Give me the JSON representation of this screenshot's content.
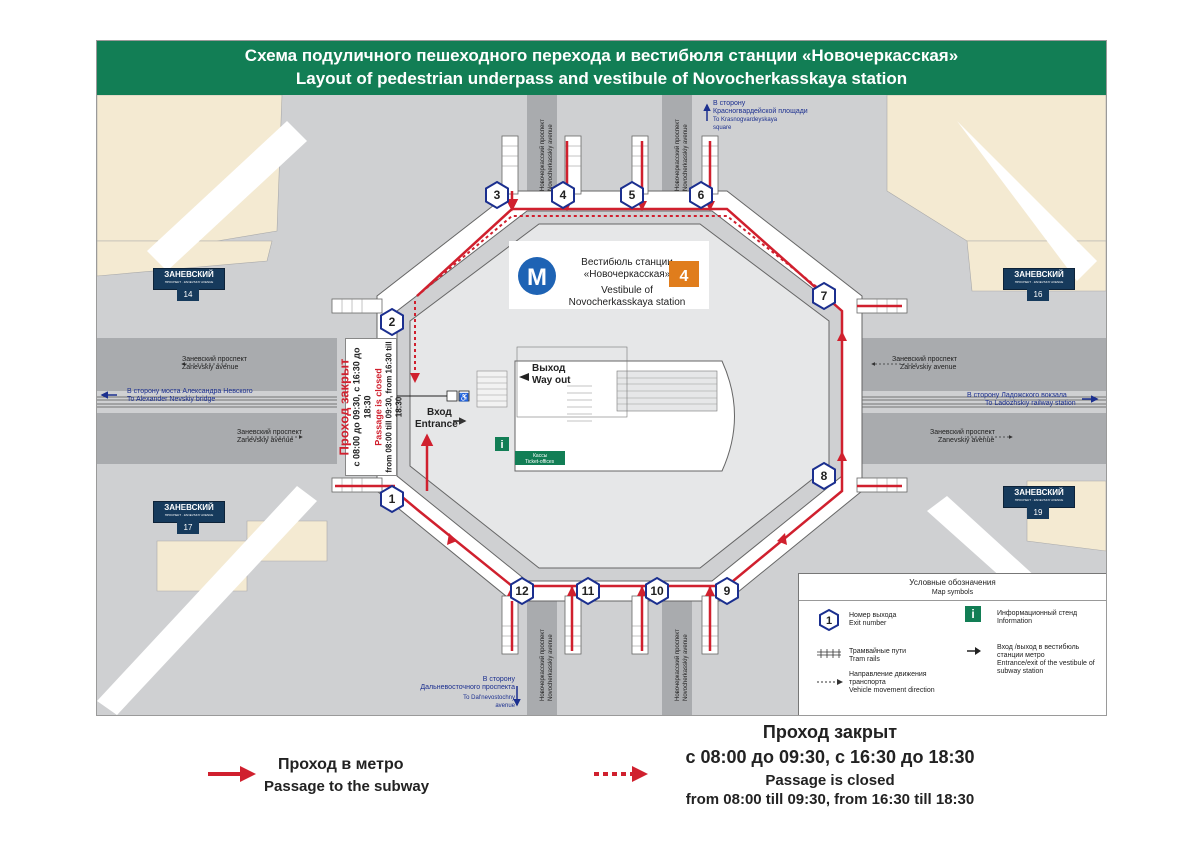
{
  "header": {
    "title_ru": "Схема подуличного пешеходного перехода и вестибюля станции «Новочеркасская»",
    "title_en": "Layout of pedestrian underpass and vestibule of Novocherkasskaya station"
  },
  "vestibule": {
    "title_ru_1": "Вестибюль станции",
    "title_ru_2": "«Новочеркасская»",
    "title_en_1": "Vestibule of",
    "title_en_2": "Novocherkasskaya station",
    "metro_logo": "М",
    "line_number": "4"
  },
  "exits": [
    "1",
    "2",
    "3",
    "4",
    "5",
    "6",
    "7",
    "8",
    "9",
    "10",
    "11",
    "12"
  ],
  "streets": {
    "zanevskiy_ru": "Заневский проспект",
    "zanevskiy_en": "Zanevskiy avenue",
    "novocherk_ru": "Новочеркасский проспект",
    "novocherk_en": "Novocherkasskiy avenue"
  },
  "directions": {
    "left_ru": "В сторону моста Александра Невского",
    "left_en": "To Alexander Nevskiy bridge",
    "right_ru": "В сторону Ладожского вокзала",
    "right_en": "To Ladozhskiy railway station",
    "top_ru_1": "В сторону",
    "top_ru_2": "Красногвардейской площади",
    "top_en_1": "To Krasnogvardeyskaya",
    "top_en_2": "square",
    "bottom_ru_1": "В сторону",
    "bottom_ru_2": "Дальневосточного проспекта",
    "bottom_en_1": "To Dal'nevostochny",
    "bottom_en_2": "avenue"
  },
  "interior": {
    "way_out_ru": "Выход",
    "way_out_en": "Way out",
    "entrance_ru": "Вход",
    "entrance_en": "Entrance",
    "tickets_ru": "Кассы",
    "tickets_en": "Ticket-offices",
    "info_glyph": "i"
  },
  "signs": [
    {
      "name": "ЗАНЕВСКИЙ",
      "sub": "ПРОСПЕКТ · ZANEVSKIY AVENUE",
      "num": "14"
    },
    {
      "name": "ЗАНЕВСКИЙ",
      "sub": "ПРОСПЕКТ · ZANEVSKIY AVENUE",
      "num": "16"
    },
    {
      "name": "ЗАНЕВСКИЙ",
      "sub": "ПРОСПЕКТ · ZANEVSKIY AVENUE",
      "num": "17"
    },
    {
      "name": "ЗАНЕВСКИЙ",
      "sub": "ПРОСПЕКТ · ZANEVSKIY AVENUE",
      "num": "19"
    }
  ],
  "closed_box": {
    "title_ru": "Проход закрыт",
    "time_ru": "с 08:00 до 09:30, с 16:30 до 18:30",
    "title_en": "Passage is closed",
    "time_en": "from 08:00 till 09:30, from 16:30 till 18:30"
  },
  "legend": {
    "title_ru": "Условные обозначения",
    "title_en": "Map symbols",
    "items": [
      {
        "ru": "Номер выхода",
        "en": "Exit number",
        "sample": "1"
      },
      {
        "ru": "Трамвайные пути",
        "en": "Tram rails"
      },
      {
        "ru": "Направление движения транспорта",
        "en": "Vehicle movement direction"
      },
      {
        "ru": "Информационный стенд",
        "en": "Information",
        "sample": "i"
      },
      {
        "ru": "Вход /выход в вестибюль станции метро",
        "en": "Entrance/exit of the vestibule of subway station"
      }
    ]
  },
  "bottom": {
    "passage_ru": "Проход в метро",
    "passage_en": "Passage to the subway",
    "closed_ru": "Проход закрыт",
    "closed_time_ru": "с 08:00 до 09:30, с 16:30 до 18:30",
    "closed_en": "Passage is closed",
    "closed_time_en": "from 08:00 till 09:30, from 16:30 till 18:30"
  },
  "colors": {
    "green": "#127e55",
    "red": "#d0202e",
    "navy": "#163a5c",
    "orange": "#e07d1c",
    "metro_blue": "#1e63b4",
    "road": "#a9abae",
    "block": "#cfd0d2",
    "sand": "#f4ead2"
  }
}
